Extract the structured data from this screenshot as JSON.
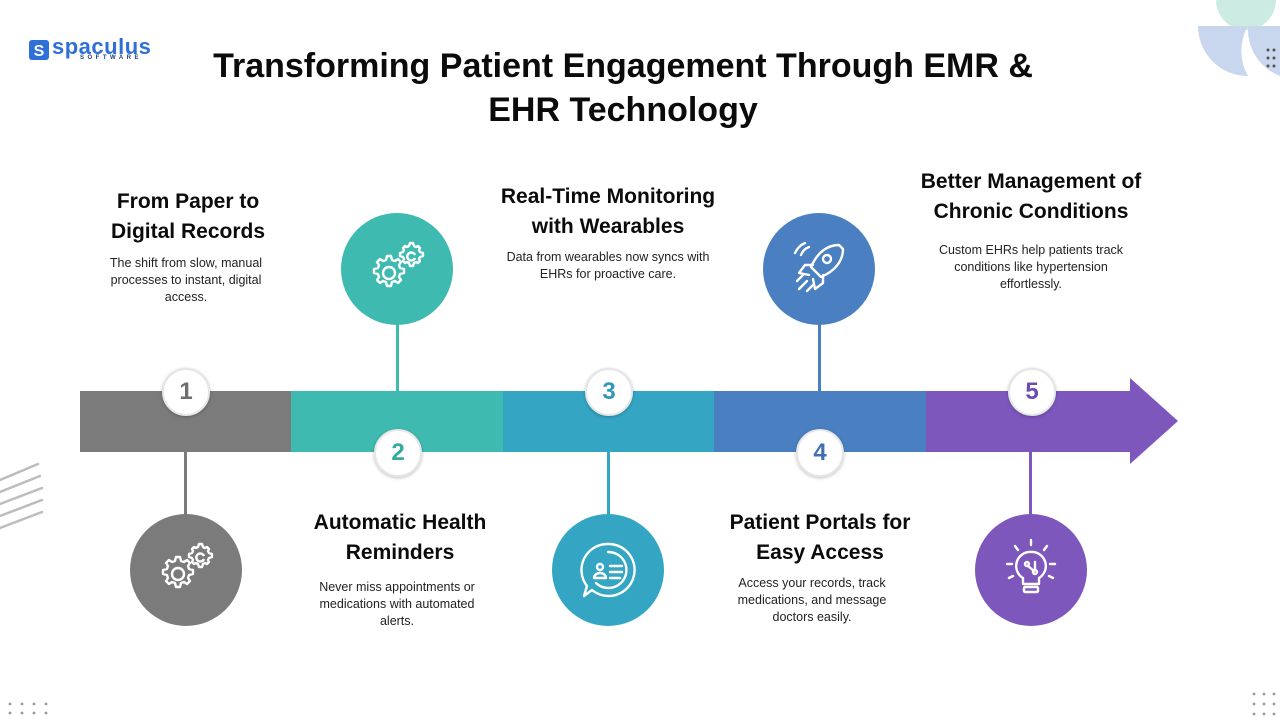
{
  "logo": {
    "word": "spaculus",
    "sub": "SOFTWARE"
  },
  "title": "Transforming Patient Engagement Through EMR & EHR Technology",
  "colors": {
    "step1": "#7b7b7b",
    "step2": "#3fbab0",
    "step3": "#34a6c4",
    "step4": "#4a7fc1",
    "step5": "#7e57bd"
  },
  "steps": [
    {
      "number": "1",
      "heading": "From Paper to Digital Records",
      "description": "The shift from slow, manual processes to instant, digital access.",
      "icon": "gears-icon"
    },
    {
      "number": "2",
      "heading": "Automatic Health Reminders",
      "description": "Never miss appointments or medications with automated alerts.",
      "icon": "gears-icon"
    },
    {
      "number": "3",
      "heading": "Real-Time Monitoring with Wearables",
      "description": "Data from wearables now syncs with EHRs for proactive care.",
      "icon": "chat-id-card-icon"
    },
    {
      "number": "4",
      "heading": "Patient Portals for Easy Access",
      "description": "Access your records, track medications, and message doctors easily.",
      "icon": "rocket-icon"
    },
    {
      "number": "5",
      "heading": "Better Management of Chronic Conditions",
      "description": "Custom EHRs help patients track conditions like hypertension effortlessly.",
      "icon": "lightbulb-icon"
    }
  ]
}
